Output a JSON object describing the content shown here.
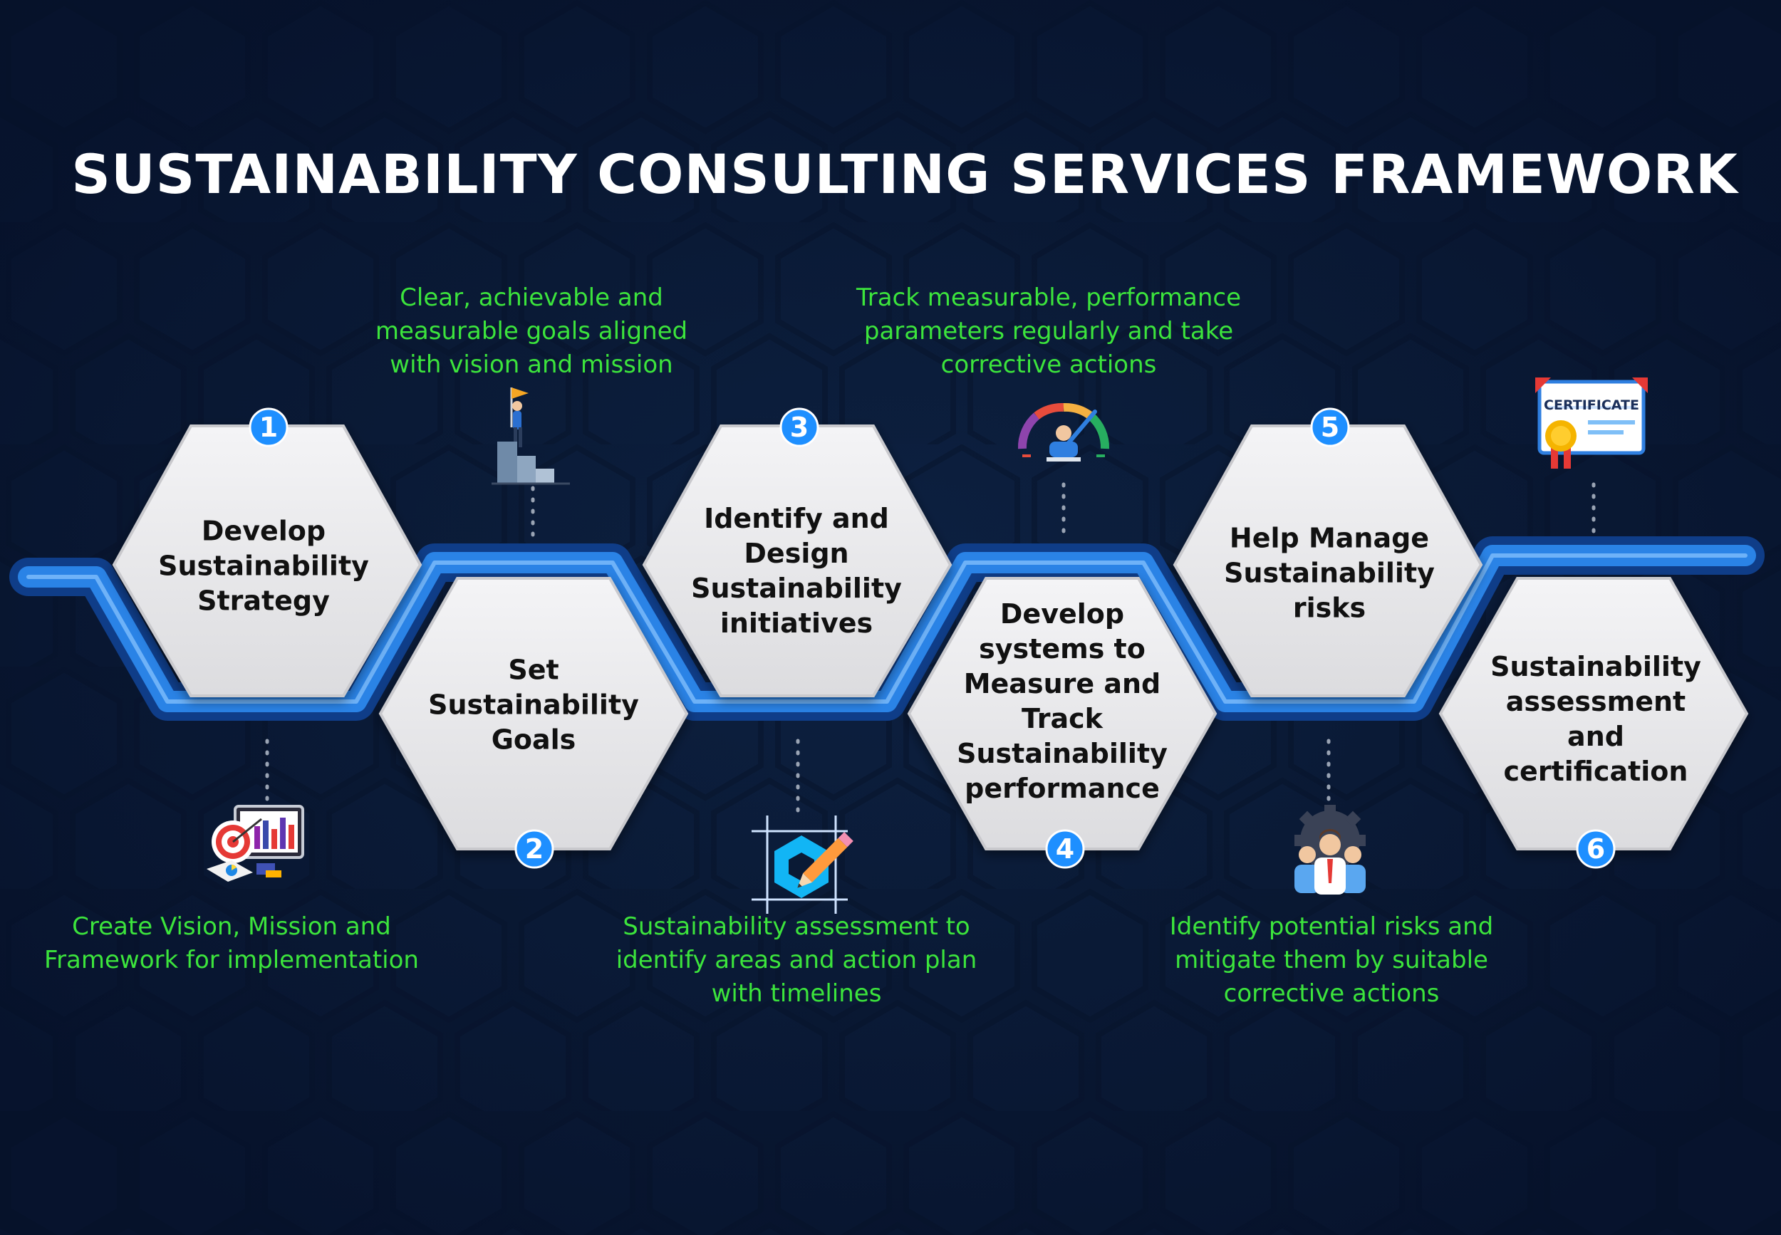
{
  "title": "SUSTAINABILITY CONSULTING SERVICES FRAMEWORK",
  "colors": {
    "background": "#0a1a35",
    "hexagon_fill": "#e9e9eb",
    "track_blue": "#1f78d8",
    "badge_blue": "#1e8fff",
    "description_green": "#3ce43c",
    "title_white": "#ffffff"
  },
  "steps": [
    {
      "number": "1",
      "label": "Develop Sustainability Strategy",
      "description": "Create Vision, Mission and Framework for implementation",
      "icon": "target-chart-icon"
    },
    {
      "number": "2",
      "label": "Set Sustainability Goals",
      "description": "Clear, achievable and measurable goals aligned with vision and mission",
      "icon": "flag-steps-icon"
    },
    {
      "number": "3",
      "label": "Identify and Design Sustainability initiatives",
      "description": "Sustainability assessment to identify areas and action plan with timelines",
      "icon": "design-pencil-icon"
    },
    {
      "number": "4",
      "label": "Develop systems to Measure and Track Sustainability performance",
      "description": "Track measurable, performance parameters regularly and take corrective actions",
      "icon": "speedometer-icon"
    },
    {
      "number": "5",
      "label": "Help Manage Sustainability risks",
      "description": "Identify potential risks and mitigate them by suitable corrective actions",
      "icon": "team-gear-icon"
    },
    {
      "number": "6",
      "label": "Sustainability assessment and certification",
      "description": "",
      "icon": "certificate-icon"
    }
  ],
  "certificate_text": "CERTIFICATE"
}
